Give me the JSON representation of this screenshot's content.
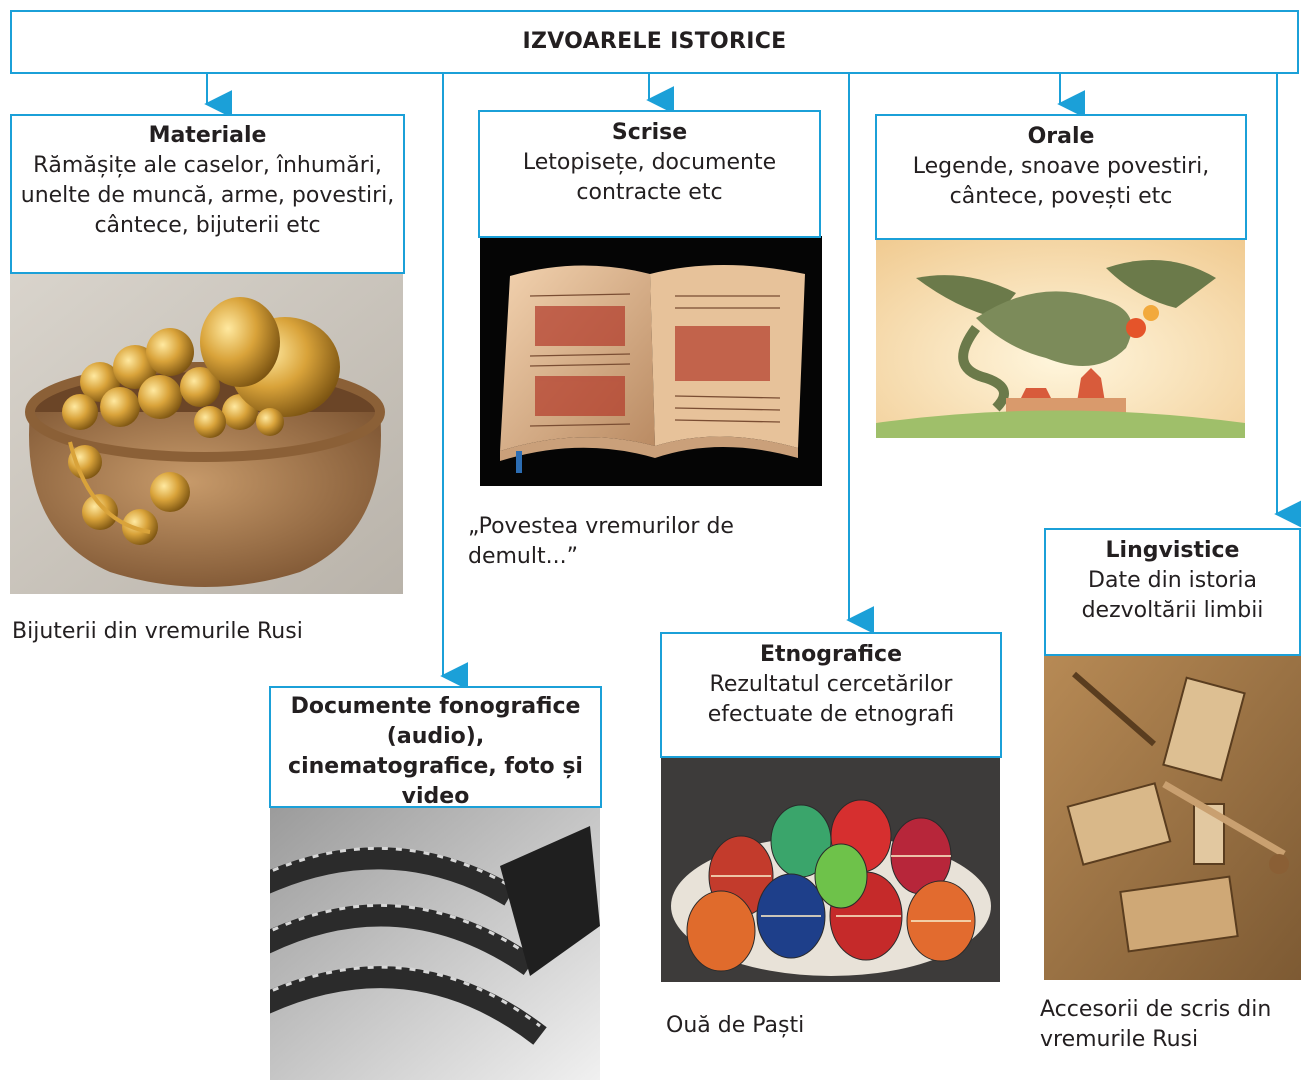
{
  "root": {
    "title": "IZVOARELE ISTORICE"
  },
  "categories": [
    {
      "id": "materiale",
      "title": "Materiale",
      "desc": "Rămășițe ale caselor, înhumări, unelte de muncă, arme, povestiri, cântece, bijuterii etc",
      "caption": "Bijuterii din vremurile Rusi",
      "image": "pot-of-jewelry-photo"
    },
    {
      "id": "scrise",
      "title": "Scrise",
      "desc": "Letopisețe, documente contracte etc",
      "caption": "„Povestea vremurilor de demult...”",
      "image": "open-manuscript-photo"
    },
    {
      "id": "orale",
      "title": "Orale",
      "desc": "Legende, snoave povestiri, cântece, povești etc",
      "caption": "",
      "image": "dragon-illustration"
    },
    {
      "id": "fonografice",
      "title": "Documente fonografice (audio), cinematografice, foto și video",
      "desc": "",
      "caption": "",
      "image": "film-reel-photo"
    },
    {
      "id": "etnografice",
      "title": "Etnografice",
      "desc": "Rezultatul cercetărilor efectuate de etnografi",
      "caption": "Ouă de Paști",
      "image": "easter-eggs-photo"
    },
    {
      "id": "lingvistice",
      "title": "Lingvistice",
      "desc": "Date din istoria dezvoltării limbii",
      "caption": "Accesorii de scris din vremurile Rusi",
      "image": "writing-tools-photo"
    }
  ],
  "colors": {
    "connector": "#1ba0d8",
    "text": "#231f20"
  }
}
